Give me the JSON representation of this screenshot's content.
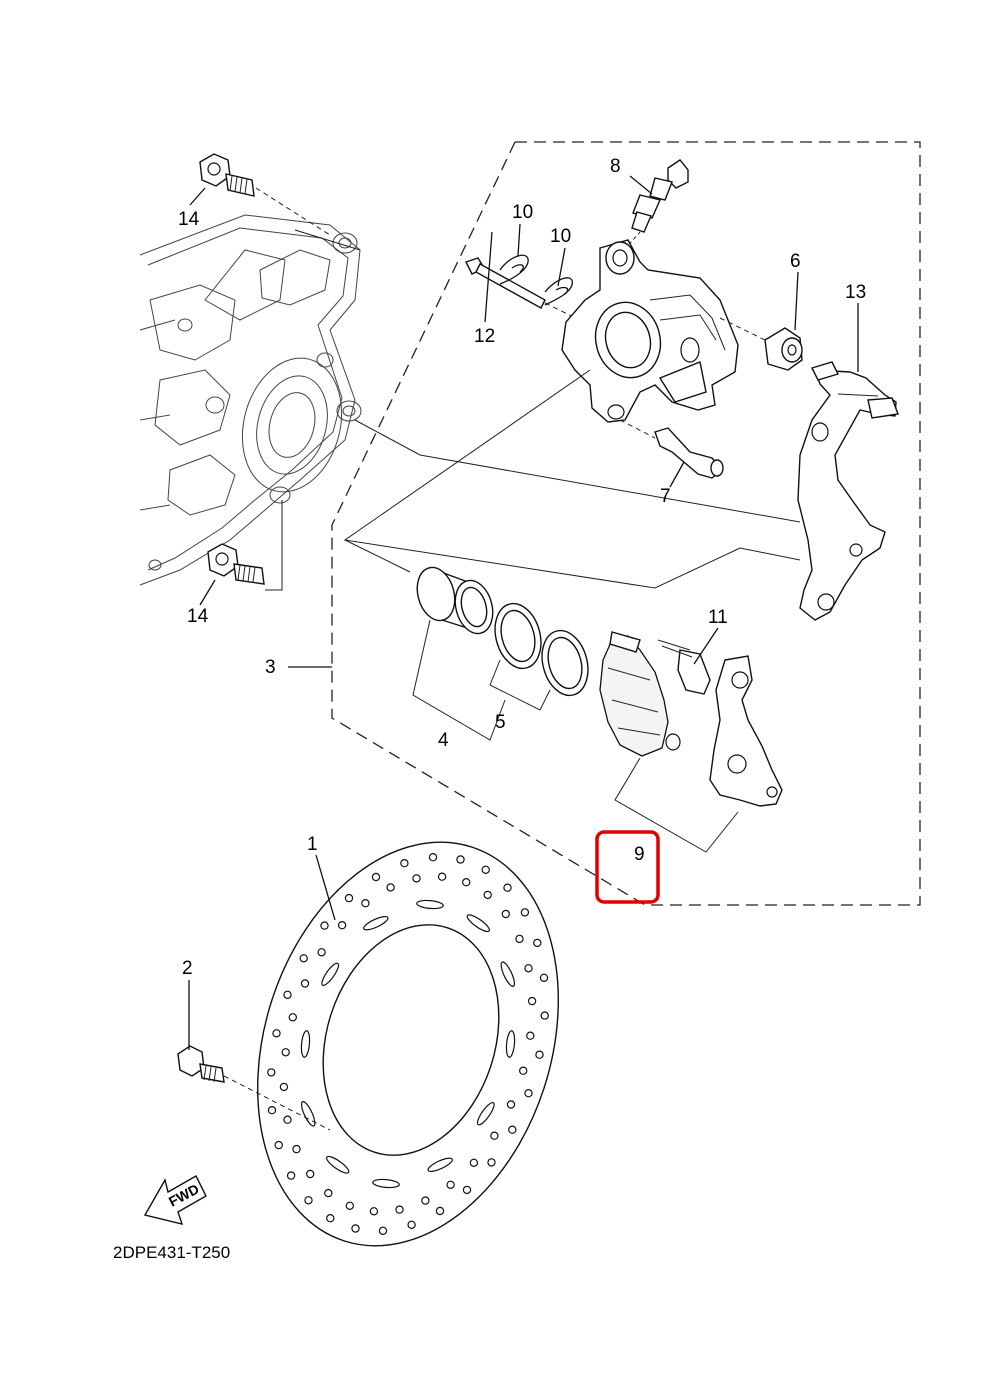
{
  "diagram": {
    "code": "2DPE431-T250",
    "fwd_label": "FWD",
    "highlight_color": "#e00000",
    "callouts": {
      "c1": "1",
      "c2": "2",
      "c3": "3",
      "c4": "4",
      "c5": "5",
      "c6": "6",
      "c7": "7",
      "c8": "8",
      "c9": "9",
      "c10a": "10",
      "c10b": "10",
      "c11": "11",
      "c12": "12",
      "c13": "13",
      "c14a": "14",
      "c14b": "14"
    }
  }
}
